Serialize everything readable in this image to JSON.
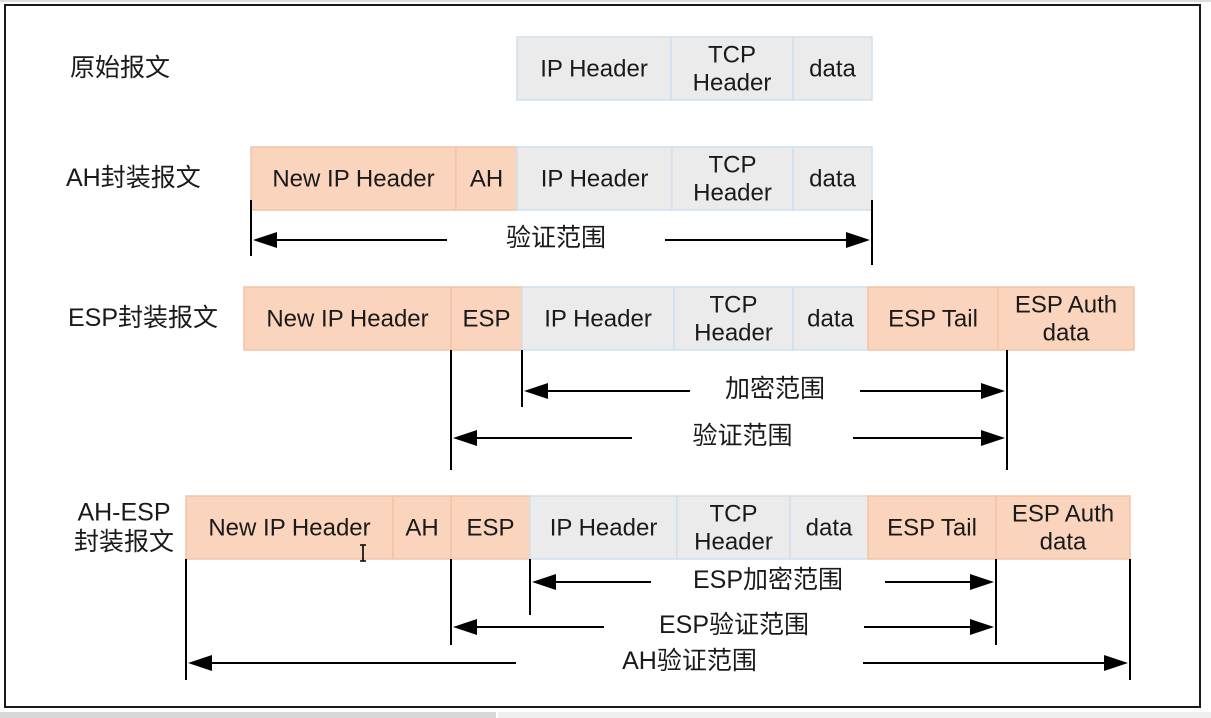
{
  "colors": {
    "gray_fill": "#ebebeb",
    "gray_stroke": "#cfe0ee",
    "orange_fill": "#fad4bc",
    "orange_stroke": "#f3c4a6",
    "text": "#1a1a1a",
    "line": "#000000"
  },
  "rows": [
    {
      "id": "original",
      "label_lines": [
        "原始报文"
      ],
      "cells": [
        {
          "lines": [
            "IP Header"
          ],
          "kind": "gray"
        },
        {
          "lines": [
            "TCP",
            "Header"
          ],
          "kind": "gray"
        },
        {
          "lines": [
            "data"
          ],
          "kind": "gray"
        }
      ],
      "ranges": []
    },
    {
      "id": "ah",
      "label_lines": [
        "AH封装报文"
      ],
      "cells": [
        {
          "lines": [
            "New IP Header"
          ],
          "kind": "orange"
        },
        {
          "lines": [
            "AH"
          ],
          "kind": "orange"
        },
        {
          "lines": [
            "IP Header"
          ],
          "kind": "gray"
        },
        {
          "lines": [
            "TCP",
            "Header"
          ],
          "kind": "gray"
        },
        {
          "lines": [
            "data"
          ],
          "kind": "gray"
        }
      ],
      "ranges": [
        {
          "label": "验证范围"
        }
      ]
    },
    {
      "id": "esp",
      "label_lines": [
        "ESP封装报文"
      ],
      "cells": [
        {
          "lines": [
            "New IP Header"
          ],
          "kind": "orange"
        },
        {
          "lines": [
            "ESP"
          ],
          "kind": "orange"
        },
        {
          "lines": [
            "IP Header"
          ],
          "kind": "gray"
        },
        {
          "lines": [
            "TCP",
            "Header"
          ],
          "kind": "gray"
        },
        {
          "lines": [
            "data"
          ],
          "kind": "gray"
        },
        {
          "lines": [
            "ESP Tail"
          ],
          "kind": "orange"
        },
        {
          "lines": [
            "ESP Auth",
            "data"
          ],
          "kind": "orange"
        }
      ],
      "ranges": [
        {
          "label": "加密范围"
        },
        {
          "label": "验证范围"
        }
      ]
    },
    {
      "id": "ah-esp",
      "label_lines": [
        "AH-ESP",
        "封装报文"
      ],
      "cells": [
        {
          "lines": [
            "New IP Header"
          ],
          "kind": "orange"
        },
        {
          "lines": [
            "AH"
          ],
          "kind": "orange"
        },
        {
          "lines": [
            "ESP"
          ],
          "kind": "orange"
        },
        {
          "lines": [
            "IP Header"
          ],
          "kind": "gray"
        },
        {
          "lines": [
            "TCP",
            "Header"
          ],
          "kind": "gray"
        },
        {
          "lines": [
            "data"
          ],
          "kind": "gray"
        },
        {
          "lines": [
            "ESP Tail"
          ],
          "kind": "orange"
        },
        {
          "lines": [
            "ESP Auth",
            "data"
          ],
          "kind": "orange"
        }
      ],
      "ranges": [
        {
          "label": "ESP加密范围"
        },
        {
          "label": "ESP验证范围"
        },
        {
          "label": "AH验证范围"
        }
      ]
    }
  ]
}
